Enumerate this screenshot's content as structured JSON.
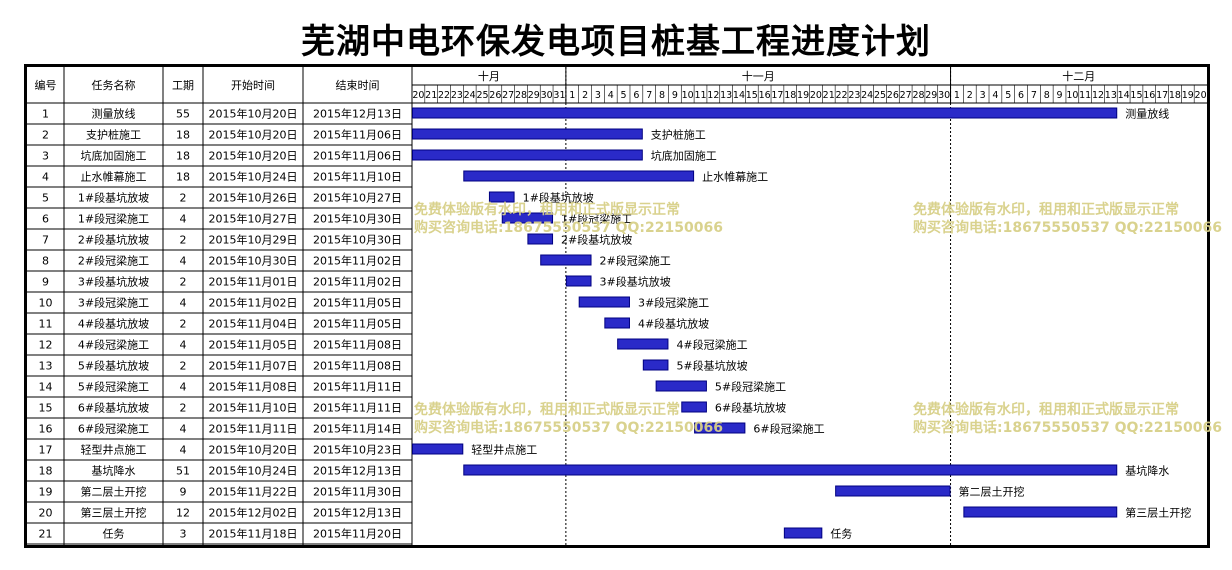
{
  "title": "芜湖中电环保发电项目桩基工程进度计划",
  "headers": {
    "id": "编号",
    "name": "任务名称",
    "duration": "工期",
    "start": "开始时间",
    "end": "结束时间"
  },
  "months": [
    {
      "label": "十月",
      "start": "2015-10-20",
      "end": "2015-10-31"
    },
    {
      "label": "十一月",
      "start": "2015-11-01",
      "end": "2015-11-30"
    },
    {
      "label": "十二月",
      "start": "2015-12-01",
      "end": "2015-12-20"
    }
  ],
  "watermarks": {
    "line1": "免费体验版有水印，租用和正式版显示正常",
    "line2": "购买咨询电话:18675550537 QQ:22150066"
  },
  "colors": {
    "bar": "#2a2ac8",
    "bar_border": "#000080",
    "grid": "#b0b0b0",
    "watermark": "#d8d088"
  },
  "chart_data": {
    "type": "gantt",
    "x_range": [
      "2015-10-20",
      "2015-12-20"
    ],
    "tasks": [
      {
        "id": "1",
        "name": "测量放线",
        "duration": "55",
        "start": "2015年10月20日",
        "end": "2015年12月13日",
        "start_date": "2015-10-20",
        "end_date": "2015-12-13",
        "label": "测量放线"
      },
      {
        "id": "2",
        "name": "支护桩施工",
        "duration": "18",
        "start": "2015年10月20日",
        "end": "2015年11月06日",
        "start_date": "2015-10-20",
        "end_date": "2015-11-06",
        "label": "支护桩施工"
      },
      {
        "id": "3",
        "name": "坑底加固施工",
        "duration": "18",
        "start": "2015年10月20日",
        "end": "2015年11月06日",
        "start_date": "2015-10-20",
        "end_date": "2015-11-06",
        "label": "坑底加固施工"
      },
      {
        "id": "4",
        "name": "止水帷幕施工",
        "duration": "18",
        "start": "2015年10月24日",
        "end": "2015年11月10日",
        "start_date": "2015-10-24",
        "end_date": "2015-11-10",
        "label": "止水帷幕施工"
      },
      {
        "id": "5",
        "name": "1#段基坑放坡",
        "duration": "2",
        "start": "2015年10月26日",
        "end": "2015年10月27日",
        "start_date": "2015-10-26",
        "end_date": "2015-10-27",
        "label": "1#段基坑放坡"
      },
      {
        "id": "6",
        "name": "1#段冠梁施工",
        "duration": "4",
        "start": "2015年10月27日",
        "end": "2015年10月30日",
        "start_date": "2015-10-27",
        "end_date": "2015-10-30",
        "label": "1#段冠梁施工"
      },
      {
        "id": "7",
        "name": "2#段基坑放坡",
        "duration": "2",
        "start": "2015年10月29日",
        "end": "2015年10月30日",
        "start_date": "2015-10-29",
        "end_date": "2015-10-30",
        "label": "2#段基坑放坡"
      },
      {
        "id": "8",
        "name": "2#段冠梁施工",
        "duration": "4",
        "start": "2015年10月30日",
        "end": "2015年11月02日",
        "start_date": "2015-10-30",
        "end_date": "2015-11-02",
        "label": "2#段冠梁施工"
      },
      {
        "id": "9",
        "name": "3#段基坑放坡",
        "duration": "2",
        "start": "2015年11月01日",
        "end": "2015年11月02日",
        "start_date": "2015-11-01",
        "end_date": "2015-11-02",
        "label": "3#段基坑放坡"
      },
      {
        "id": "10",
        "name": "3#段冠梁施工",
        "duration": "4",
        "start": "2015年11月02日",
        "end": "2015年11月05日",
        "start_date": "2015-11-02",
        "end_date": "2015-11-05",
        "label": "3#段冠梁施工"
      },
      {
        "id": "11",
        "name": "4#段基坑放坡",
        "duration": "2",
        "start": "2015年11月04日",
        "end": "2015年11月05日",
        "start_date": "2015-11-04",
        "end_date": "2015-11-05",
        "label": "4#段基坑放坡"
      },
      {
        "id": "12",
        "name": "4#段冠梁施工",
        "duration": "4",
        "start": "2015年11月05日",
        "end": "2015年11月08日",
        "start_date": "2015-11-05",
        "end_date": "2015-11-08",
        "label": "4#段冠梁施工"
      },
      {
        "id": "13",
        "name": "5#段基坑放坡",
        "duration": "2",
        "start": "2015年11月07日",
        "end": "2015年11月08日",
        "start_date": "2015-11-07",
        "end_date": "2015-11-08",
        "label": "5#段基坑放坡"
      },
      {
        "id": "14",
        "name": "5#段冠梁施工",
        "duration": "4",
        "start": "2015年11月08日",
        "end": "2015年11月11日",
        "start_date": "2015-11-08",
        "end_date": "2015-11-11",
        "label": "5#段冠梁施工"
      },
      {
        "id": "15",
        "name": "6#段基坑放坡",
        "duration": "2",
        "start": "2015年11月10日",
        "end": "2015年11月11日",
        "start_date": "2015-11-10",
        "end_date": "2015-11-11",
        "label": "6#段基坑放坡"
      },
      {
        "id": "16",
        "name": "6#段冠梁施工",
        "duration": "4",
        "start": "2015年11月11日",
        "end": "2015年11月14日",
        "start_date": "2015-11-11",
        "end_date": "2015-11-14",
        "label": "6#段冠梁施工"
      },
      {
        "id": "17",
        "name": "轻型井点施工",
        "duration": "4",
        "start": "2015年10月20日",
        "end": "2015年10月23日",
        "start_date": "2015-10-20",
        "end_date": "2015-10-23",
        "label": "轻型井点施工"
      },
      {
        "id": "18",
        "name": "基坑降水",
        "duration": "51",
        "start": "2015年10月24日",
        "end": "2015年12月13日",
        "start_date": "2015-10-24",
        "end_date": "2015-12-13",
        "label": "基坑降水"
      },
      {
        "id": "19",
        "name": "第二层土开挖",
        "duration": "9",
        "start": "2015年11月22日",
        "end": "2015年11月30日",
        "start_date": "2015-11-22",
        "end_date": "2015-11-30",
        "label": "第二层土开挖"
      },
      {
        "id": "20",
        "name": "第三层土开挖",
        "duration": "12",
        "start": "2015年12月02日",
        "end": "2015年12月13日",
        "start_date": "2015-12-02",
        "end_date": "2015-12-13",
        "label": "第三层土开挖"
      },
      {
        "id": "21",
        "name": "任务",
        "duration": "3",
        "start": "2015年11月18日",
        "end": "2015年11月20日",
        "start_date": "2015-11-18",
        "end_date": "2015-11-20",
        "label": "任务"
      }
    ]
  }
}
